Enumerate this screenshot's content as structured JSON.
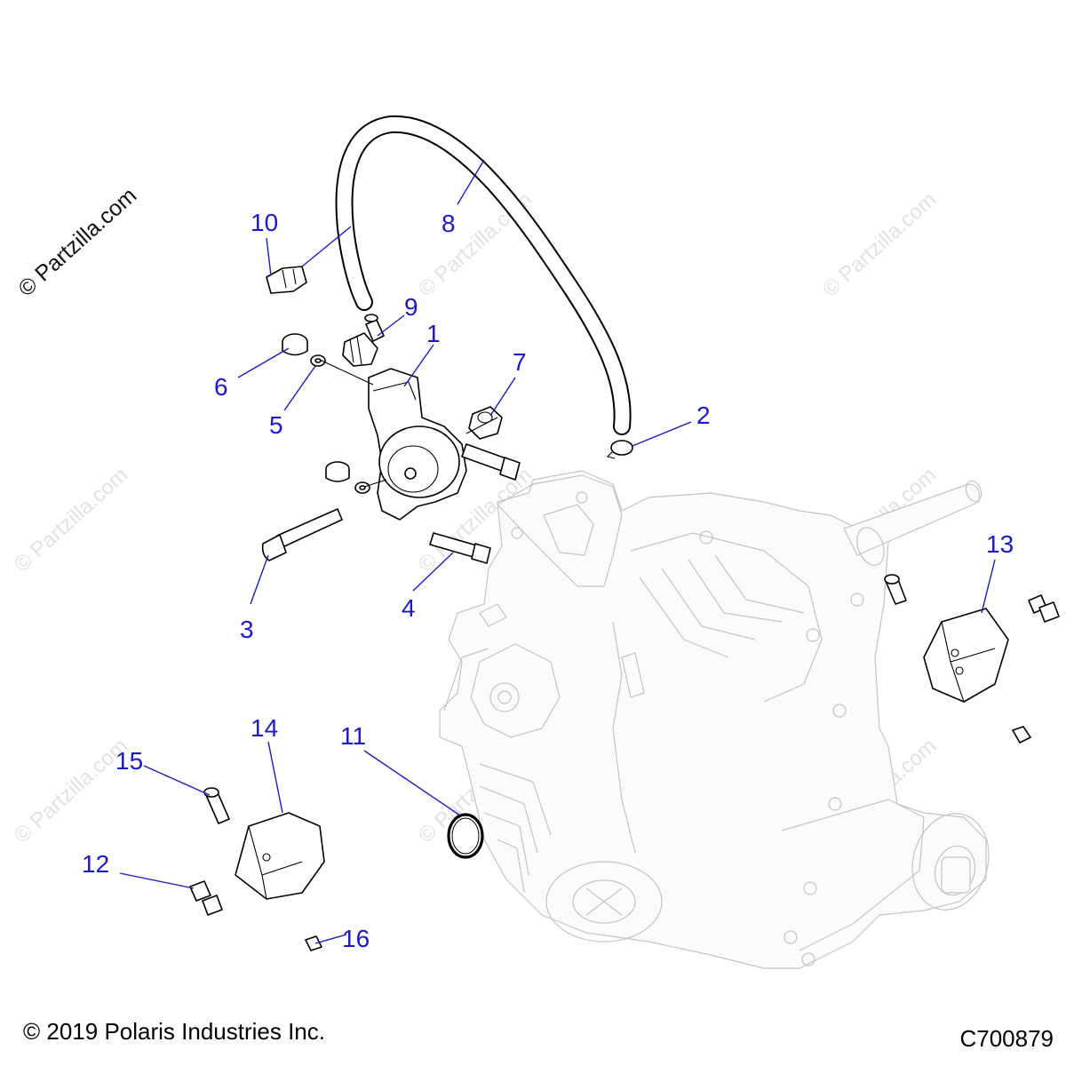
{
  "watermark": {
    "main_text": "© Partzilla.com",
    "tile_text": "© Partzilla.com"
  },
  "callouts": [
    "1",
    "2",
    "3",
    "4",
    "5",
    "6",
    "7",
    "8",
    "9",
    "10",
    "11",
    "12",
    "13",
    "14",
    "15",
    "16"
  ],
  "footer": {
    "copyright": "© 2019 Polaris Industries Inc.",
    "drawing_number": "C700879"
  },
  "colors": {
    "callout": "#1a1acc",
    "line_art": "#000000",
    "ghost_art": "#c4c4c4",
    "watermark": "#e2e2e2"
  }
}
